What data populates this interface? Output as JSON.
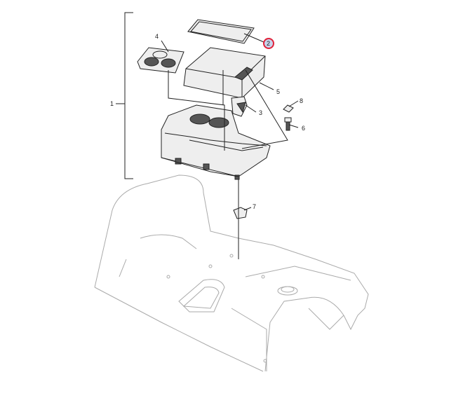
{
  "callouts": [
    {
      "id": "1",
      "label": "1"
    },
    {
      "id": "2",
      "label": "2",
      "highlighted": true
    },
    {
      "id": "3",
      "label": "3"
    },
    {
      "id": "4",
      "label": "4"
    },
    {
      "id": "5",
      "label": "5"
    },
    {
      "id": "6",
      "label": "6"
    },
    {
      "id": "7",
      "label": "7"
    },
    {
      "id": "8",
      "label": "8"
    }
  ],
  "colors": {
    "highlight_ring": "#e0223a",
    "highlight_fill": "#c8d4ec",
    "line": "#222222",
    "body_line": "#aaaaaa"
  }
}
